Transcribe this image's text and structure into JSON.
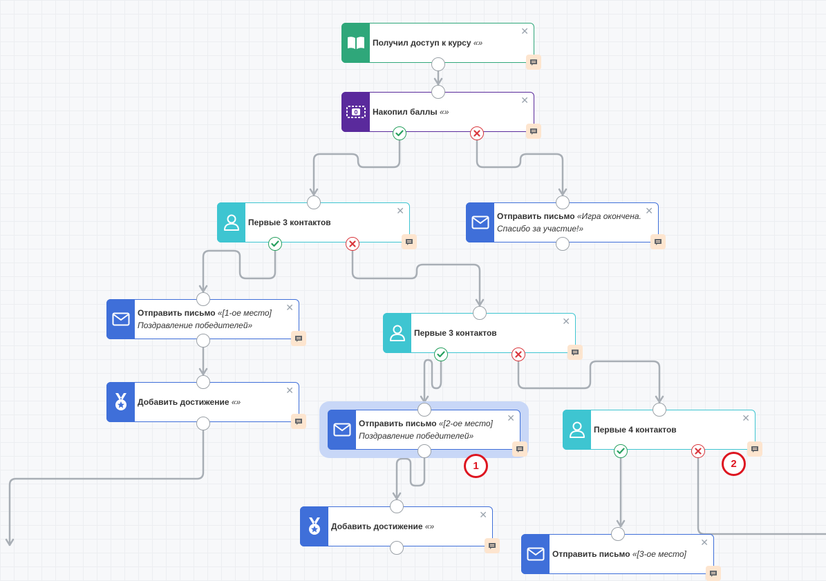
{
  "nodes": [
    {
      "id": "n1",
      "kind": "course",
      "icon": "book-icon",
      "title": "Получил доступ к курсу",
      "detail": "«»"
    },
    {
      "id": "n2",
      "kind": "points",
      "icon": "banknote-icon",
      "title": "Накопил баллы",
      "detail": "«»"
    },
    {
      "id": "n3",
      "kind": "contacts",
      "icon": "person-icon",
      "title": "Первые 3 контактов",
      "detail": ""
    },
    {
      "id": "n4",
      "kind": "email",
      "icon": "envelope-icon",
      "title": "Отправить письмо",
      "detail": "«Игра окончена.",
      "detail2": "Спасибо за участие!»"
    },
    {
      "id": "n5",
      "kind": "email",
      "icon": "envelope-icon",
      "title": "Отправить письмо",
      "detail": "«[1-ое место]",
      "detail2": "Поздравление победителей»"
    },
    {
      "id": "n6",
      "kind": "contacts",
      "icon": "person-icon",
      "title": "Первые 3 контактов",
      "detail": ""
    },
    {
      "id": "n7",
      "kind": "achievement",
      "icon": "medal-icon",
      "title": "Добавить достижение",
      "detail": "«»"
    },
    {
      "id": "n8",
      "kind": "email",
      "icon": "envelope-icon",
      "title": "Отправить письмо",
      "detail": "«[2-ое место]",
      "detail2": "Поздравление победителей»",
      "selected": true
    },
    {
      "id": "n9",
      "kind": "contacts",
      "icon": "person-icon",
      "title": "Первые 4 контактов",
      "detail": ""
    },
    {
      "id": "n10",
      "kind": "achievement",
      "icon": "medal-icon",
      "title": "Добавить достижение",
      "detail": "«»"
    },
    {
      "id": "n11",
      "kind": "email",
      "icon": "envelope-icon",
      "title": "Отправить письмо",
      "detail": "«[3-ое место]"
    }
  ],
  "close_glyph": "✕",
  "markers": [
    {
      "label": "1"
    },
    {
      "label": "2"
    }
  ],
  "colors": {
    "course": "#2fa77a",
    "points": "#5a2a9c",
    "contacts": "#3ec5d1",
    "email": "#3f6fd9",
    "achievement": "#3f6fd9",
    "wire": "#a8aeb5",
    "yes": "#27a05f",
    "no": "#d9373d",
    "marker": "#dd1520",
    "selection": "#c8d7f7"
  }
}
